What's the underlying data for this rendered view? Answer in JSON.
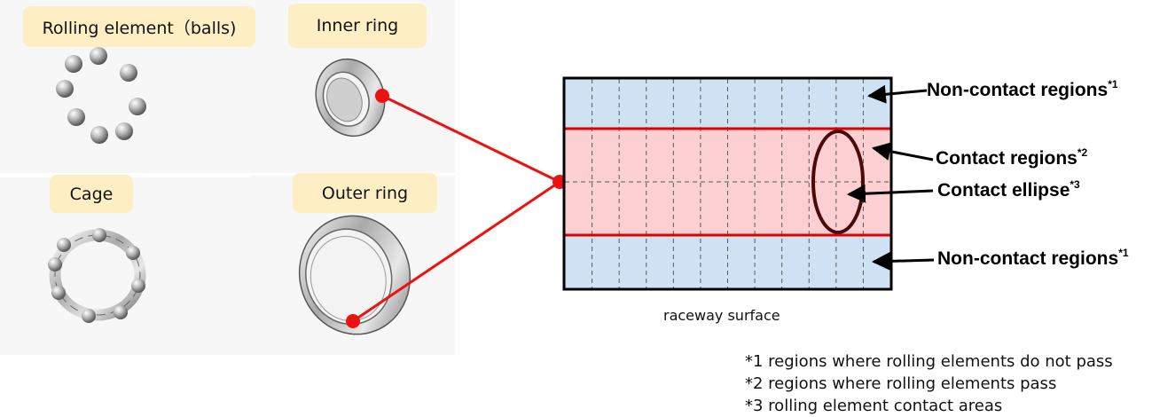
{
  "components": {
    "rolling_element_label": "Rolling element（balls)",
    "inner_ring_label": "Inner ring",
    "cage_label": "Cage",
    "outer_ring_label": "Outer ring"
  },
  "raceway": {
    "caption": "raceway surface",
    "callouts": {
      "non_contact_top": {
        "text": "Non-contact regions",
        "mark": "*1"
      },
      "contact_regions": {
        "text": "Contact regions",
        "mark": "*2"
      },
      "contact_ellipse": {
        "text": "Contact ellipse",
        "mark": "*3"
      },
      "non_contact_bottom": {
        "text": "Non-contact regions",
        "mark": "*1"
      }
    }
  },
  "notes": [
    "*1 regions where rolling elements do not pass",
    "*2 regions where rolling elements pass",
    "*3 rolling element contact areas"
  ],
  "colors": {
    "connector": "#ee1111",
    "non_contact_fill": "#cfe2f3",
    "contact_fill": "#fccfd2",
    "ellipse": "#4a0a0a",
    "label_bg": "#fdeec4"
  }
}
